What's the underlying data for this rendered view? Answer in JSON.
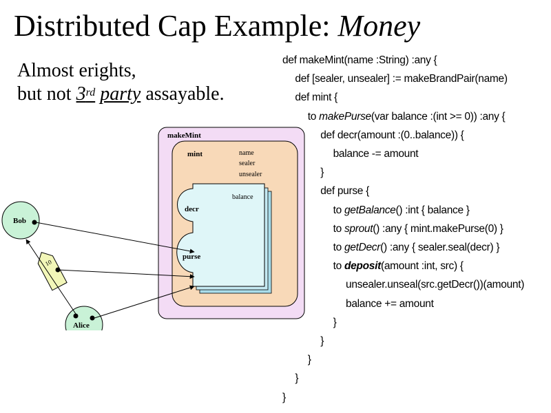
{
  "title": {
    "main": "Distributed Cap Example:",
    "italic": "Money"
  },
  "subtitle": {
    "line1": "Almost erights,",
    "line2_prefix": "but not",
    "ordinal_number": "3",
    "ordinal_suffix": "rd",
    "party": "party",
    "line2_suffix": "assayable."
  },
  "diagram": {
    "makeMint_label": "makeMint",
    "mint_label": "mint",
    "mint_fields": [
      "name",
      "sealer",
      "unsealer"
    ],
    "purse_field": "balance",
    "decr_label": "decr",
    "purse_label": "purse",
    "bob_label": "Bob",
    "alice_label": "Alice",
    "token_label": "10",
    "colors": {
      "makeMint_fill": "#f3dcf5",
      "mint_fill": "#f8d9b8",
      "purse_fill": "#dff6f8",
      "purse_back": "#a9ddeb",
      "node_fill": "#c9f2d7",
      "token_fill": "#f2f6b8"
    }
  },
  "code": [
    {
      "indent": 0,
      "parts": [
        {
          "t": "def makeMint(name :String) :any {"
        }
      ]
    },
    {
      "indent": 1,
      "parts": [
        {
          "t": "def [sealer, unsealer] := makeBrandPair(name)"
        }
      ]
    },
    {
      "indent": 1,
      "parts": [
        {
          "t": "def mint {"
        }
      ]
    },
    {
      "indent": 2,
      "parts": [
        {
          "t": "to "
        },
        {
          "t": "makePurse",
          "s": "it"
        },
        {
          "t": "(var balance :(int >= 0)) :any {"
        }
      ]
    },
    {
      "indent": 3,
      "parts": [
        {
          "t": "def decr(amount :(0..balance)) {"
        }
      ]
    },
    {
      "indent": 4,
      "parts": [
        {
          "t": "balance -= amount"
        }
      ]
    },
    {
      "indent": 3,
      "parts": [
        {
          "t": "}"
        }
      ]
    },
    {
      "indent": 3,
      "parts": [
        {
          "t": "def purse {"
        }
      ]
    },
    {
      "indent": 4,
      "parts": [
        {
          "t": "to "
        },
        {
          "t": "getBalance",
          "s": "it"
        },
        {
          "t": "() :int  { balance }"
        }
      ]
    },
    {
      "indent": 4,
      "parts": [
        {
          "t": "to "
        },
        {
          "t": "sprout",
          "s": "it"
        },
        {
          "t": "()        :any { mint.makePurse(0) }"
        }
      ]
    },
    {
      "indent": 4,
      "parts": [
        {
          "t": "to "
        },
        {
          "t": "getDecr",
          "s": "it"
        },
        {
          "t": "()      :any { sealer.seal(decr) }"
        }
      ]
    },
    {
      "indent": 4,
      "parts": [
        {
          "t": "to "
        },
        {
          "t": "deposit",
          "s": "bi"
        },
        {
          "t": "(amount :int, src) {"
        }
      ]
    },
    {
      "indent": 5,
      "parts": [
        {
          "t": "unsealer.unseal(src.getDecr())(amount)"
        }
      ]
    },
    {
      "indent": 5,
      "parts": [
        {
          "t": "balance += amount"
        }
      ]
    },
    {
      "indent": 4,
      "parts": [
        {
          "t": "}"
        }
      ]
    },
    {
      "indent": 3,
      "parts": [
        {
          "t": "}"
        }
      ]
    },
    {
      "indent": 2,
      "parts": [
        {
          "t": "}"
        }
      ]
    },
    {
      "indent": 1,
      "parts": [
        {
          "t": "}"
        }
      ]
    },
    {
      "indent": 0,
      "parts": [
        {
          "t": "}"
        }
      ]
    }
  ]
}
